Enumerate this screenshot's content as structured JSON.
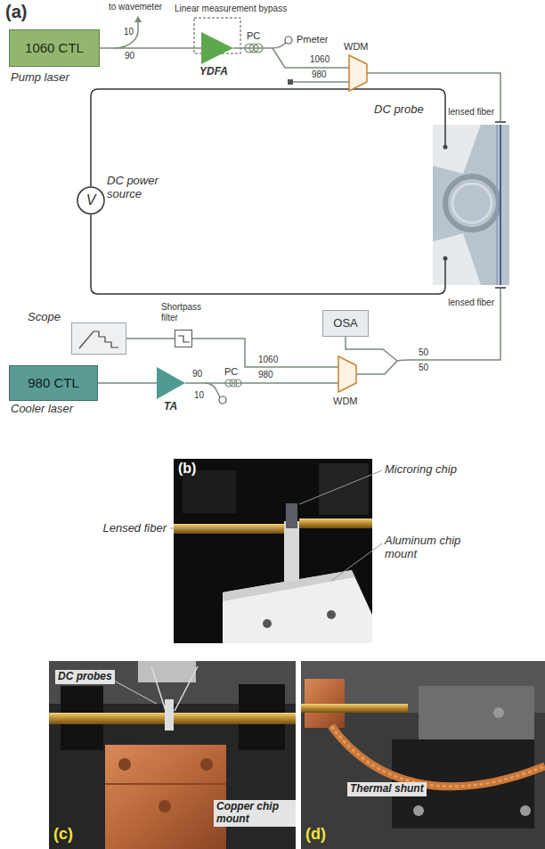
{
  "diagram": {
    "nodes": [
      {
        "text": [
          "1060 CTL"
        ]
      },
      {
        "text": [
          "YDFA"
        ]
      },
      {
        "text": [
          "WDM"
        ]
      },
      {
        "text": [
          "V"
        ]
      },
      {
        "text": [
          "OSA"
        ]
      },
      {
        "text": [
          "Scope"
        ]
      },
      {
        "text": [
          "Shortpass filter"
        ]
      },
      {
        "text": [
          "WDM"
        ]
      },
      {
        "text": [
          "980 CTL"
        ]
      },
      {
        "text": [
          "TA"
        ]
      }
    ],
    "edges": [
      {
        "from": 0,
        "to": 1,
        "arrow": "none"
      },
      {
        "from": 1,
        "to": 2,
        "arrow": "none"
      },
      {
        "from": 4,
        "to": 7,
        "arrow": "none"
      },
      {
        "from": 7,
        "to": 6,
        "arrow": "none"
      },
      {
        "from": 6,
        "to": 5,
        "arrow": "none"
      },
      {
        "from": 9,
        "to": 7,
        "arrow": "none"
      },
      {
        "from": 8,
        "to": 9,
        "arrow": "none"
      }
    ],
    "labels": [
      "(a)",
      "Pump laser",
      "to wavemeter",
      "10",
      "90",
      "Linear measurement bypass",
      "PC",
      "Pmeter",
      "1060",
      "980",
      "lensed fiber",
      "DC probe",
      "DC power source",
      "lensed fiber",
      "50",
      "50",
      "1060",
      "980",
      "PC",
      "90",
      "10",
      "Cooler laser",
      "(b)",
      "Lensed fiber",
      "Microring chip",
      "Aluminum chip mount",
      "(c)",
      "DC probes",
      "Copper chip mount",
      "(d)",
      "Thermal shunt"
    ]
  }
}
